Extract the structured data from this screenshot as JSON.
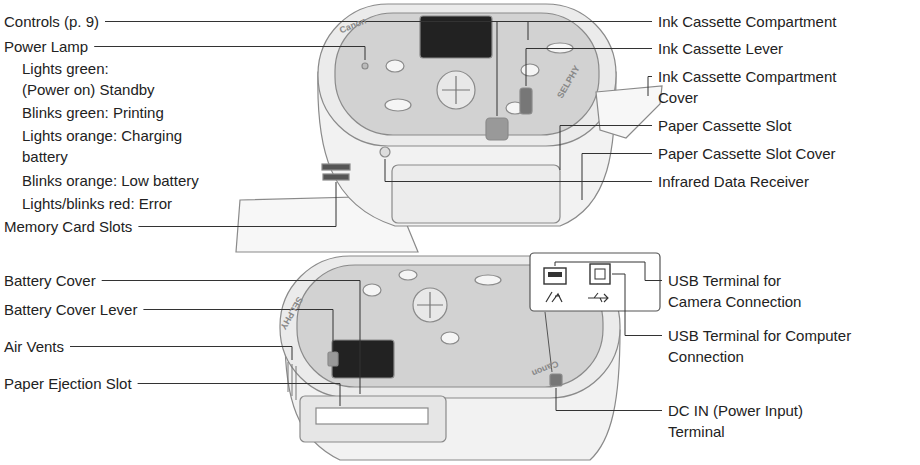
{
  "diagram": {
    "labels": [
      "Controls (p. 9)",
      "Power Lamp",
      "Lights green: (Power on) Standby",
      "Blinks green: Printing",
      "Lights orange: Charging battery",
      "Blinks orange: Low battery",
      "Lights/blinks red: Error",
      "Memory Card Slots",
      "Ink Cassette Compartment",
      "Ink Cassette Lever",
      "Ink Cassette Compartment Cover",
      "Paper Cassette Slot",
      "Paper Cassette Slot Cover",
      "Infrared Data Receiver",
      "Battery Cover",
      "Battery Cover Lever",
      "Air Vents",
      "Paper Ejection Slot",
      "USB Terminal for Camera Connection",
      "USB Terminal for Computer Connection",
      "DC IN (Power Input) Terminal",
      "Canon",
      "SELPHY",
      "SELPHY",
      "Canon"
    ]
  }
}
